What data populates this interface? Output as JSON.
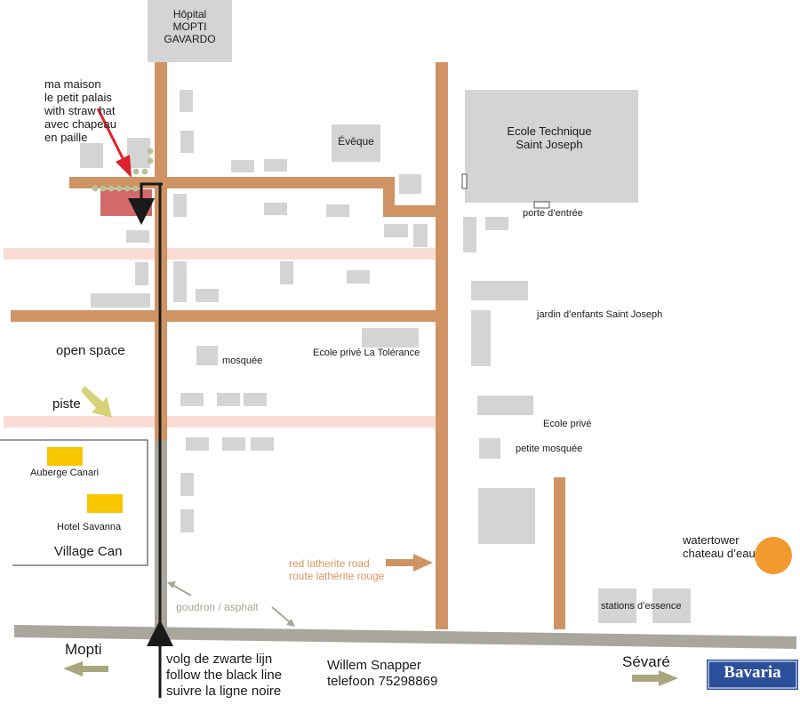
{
  "map": {
    "colors": {
      "laterite_road": "#cf9364",
      "piste": "#f9dcd3",
      "asphalt_road": "#a9a79c",
      "building": "#d4d4d4",
      "house": "#d36a6a",
      "hotel": "#f7c600",
      "watertower": "#f39a2e",
      "route_line": "#1a1a1a",
      "arrow_red": "#e0202c",
      "arrow_olive": "#d6d27a",
      "bavaria_blue": "#2c4f9a"
    },
    "labels": {
      "hospital": "Hôpital\nMOPTI\nGAVARDO",
      "home": "ma maison\nle petit palais\nwith straw hat\navec chapeau\nen paille",
      "eveque": "Évêque",
      "ecole_technique": "Ecole Technique\nSaint Joseph",
      "porte": "porte d’entrée",
      "jardin": "jardin d’enfants Saint Joseph",
      "open_space": "open space",
      "mosquee": "mosquée",
      "ecole_tolerance": "Ecole privé La Tolérance",
      "piste": "piste",
      "ecole_prive": "Ecole privé",
      "petite_mosquee": "petite mosquée",
      "auberge": "Auberge Canari",
      "hotel": "Hotel Savanna",
      "village": "Village Can",
      "watertower": "watertower\nchateau d’eau",
      "red_road": "red latherite road\nroute lathérite rouge",
      "goudron": "goudron / asphalt",
      "stations": "stations d’essence",
      "mopti": "Mopti",
      "follow": "volg de zwarte lijn\nfollow the black line\nsuivre la ligne noire",
      "contact": "Willem Snapper\ntelefoon 75298869",
      "sevare": "Sévaré",
      "bavaria": "Bavaria"
    }
  }
}
